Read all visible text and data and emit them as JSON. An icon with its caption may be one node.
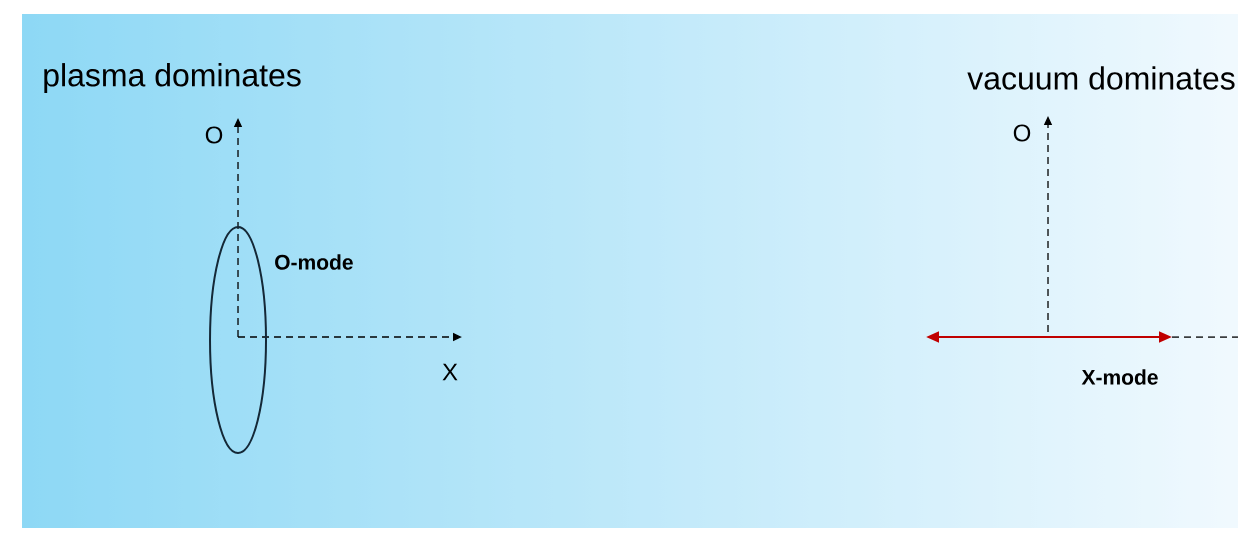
{
  "diagram": {
    "nodes": [
      {
        "text": [],
        "shape": "ellipse"
      }
    ],
    "labels": [
      "plasma dominates",
      "vacuum dominates",
      "O",
      "O-mode",
      "X",
      "O",
      "X-mode"
    ]
  }
}
